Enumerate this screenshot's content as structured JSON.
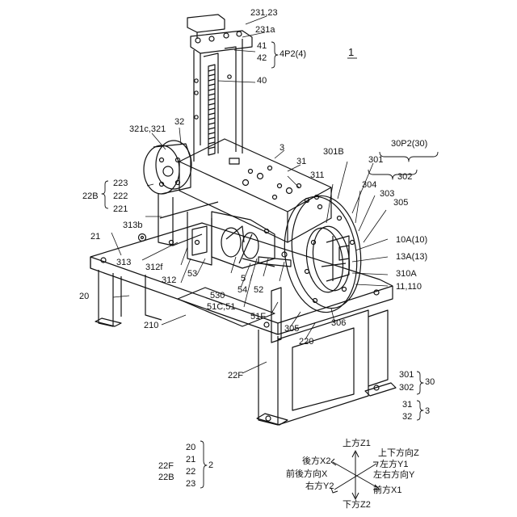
{
  "figure_number": "1",
  "labels": {
    "l_231_23": "231,23",
    "l_231a": "231a",
    "l_41": "41",
    "l_42": "42",
    "l_4p2": "4P2(4)",
    "l_40": "40",
    "l_321c": "321c,321",
    "l_32": "32",
    "l_3": "3",
    "l_31": "31",
    "l_301b": "301B",
    "l_30p2": "30P2(30)",
    "l_301": "301",
    "l_311": "311",
    "l_302": "302",
    "l_304": "304",
    "l_303": "303",
    "l_305a": "305",
    "l_223": "223",
    "l_222": "222",
    "l_221": "221",
    "l_22b": "22B",
    "l_313b": "313b",
    "l_21": "21",
    "l_313": "313",
    "l_312f": "312f",
    "l_312": "312",
    "l_53": "53",
    "l_10a": "10A(10)",
    "l_13a": "13A(13)",
    "l_310a": "310A",
    "l_11_110": "11,110",
    "l_5": "5",
    "l_54": "54",
    "l_52": "52",
    "l_530": "530",
    "l_51c": "51C,51",
    "l_51f": "51F",
    "l_20": "20",
    "l_210": "210",
    "l_305b": "305",
    "l_306": "306",
    "l_220": "220",
    "l_22f": "22F"
  },
  "legend_groups": {
    "g30": {
      "items": [
        "301",
        "302"
      ],
      "ref": "30"
    },
    "g3": {
      "items": [
        "31",
        "32"
      ],
      "ref": "3"
    },
    "g2": {
      "items": [
        "20",
        "21",
        "22F",
        "22",
        "22B",
        "23"
      ],
      "ref": "2"
    }
  },
  "axes": {
    "up": "上方Z1",
    "updown": "上下方向Z",
    "back": "後方X2",
    "left": "左方Y1",
    "frontback": "前後方向X",
    "leftright": "左右方向Y",
    "right": "右方Y2",
    "front": "前方X1",
    "down": "下方Z2"
  }
}
